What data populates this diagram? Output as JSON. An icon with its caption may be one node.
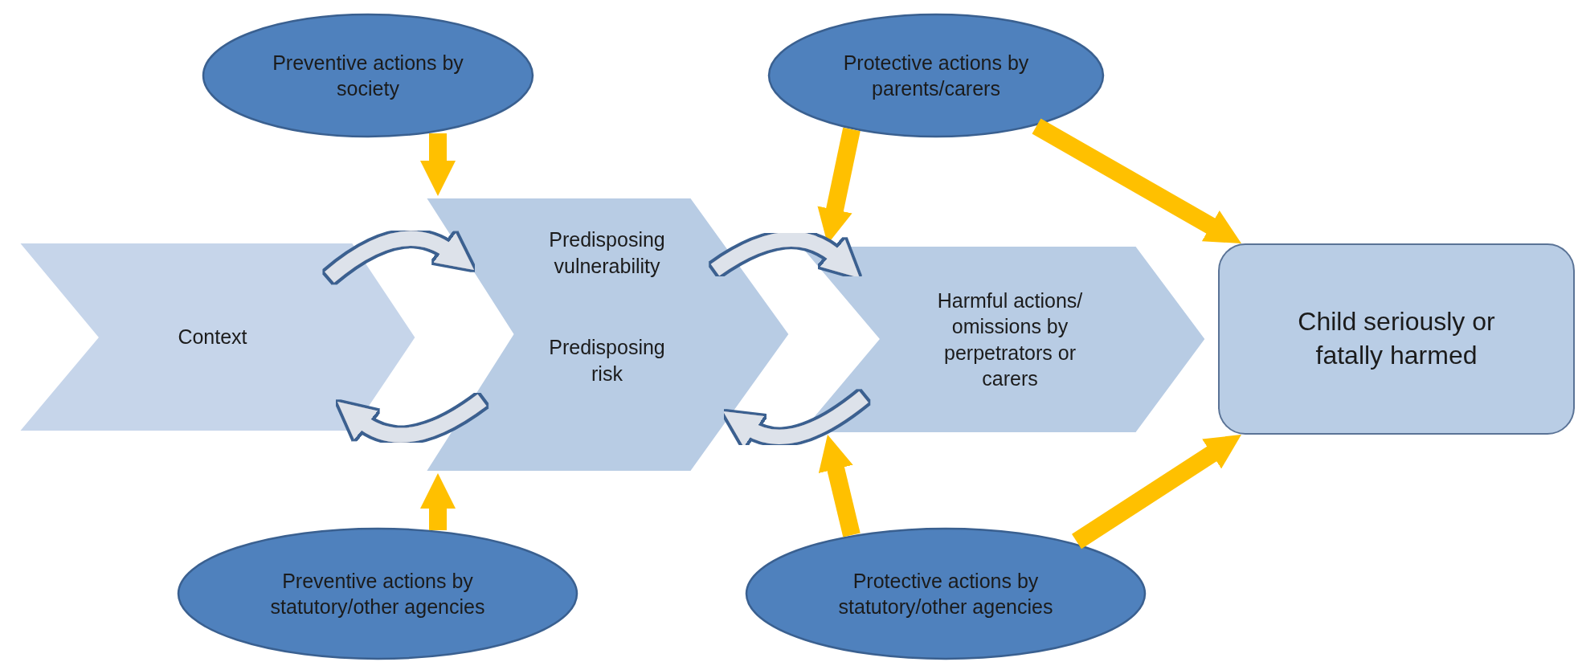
{
  "diagram": {
    "nodes": [
      {
        "text": [
          "Preventive actions by society"
        ]
      },
      {
        "text": [
          "Protective actions by parents/carers"
        ]
      },
      {
        "text": [
          "Context"
        ]
      },
      {
        "text": [
          "Predisposing vulnerability",
          "Predisposing risk"
        ]
      },
      {
        "text": [
          "Harmful actions/ omissions by perpetrators or carers"
        ]
      },
      {
        "text": [
          "Child seriously or fatally harmed"
        ]
      },
      {
        "text": [
          "Preventive actions by statutory/other agencies"
        ]
      },
      {
        "text": [
          "Protective actions by statutory/other agencies"
        ]
      }
    ],
    "edges": [
      {
        "from": 0,
        "to": 3,
        "arrow": "to"
      },
      {
        "from": 1,
        "to": 4,
        "arrow": "to"
      },
      {
        "from": 1,
        "to": 5,
        "arrow": "to"
      },
      {
        "from": 6,
        "to": 3,
        "arrow": "to"
      },
      {
        "from": 7,
        "to": 4,
        "arrow": "to"
      },
      {
        "from": 7,
        "to": 5,
        "arrow": "to"
      },
      {
        "from": 2,
        "to": 3,
        "arrow": "to",
        "color": "#dde2ea"
      },
      {
        "from": 3,
        "to": 2,
        "arrow": "to",
        "color": "#dde2ea"
      },
      {
        "from": 3,
        "to": 4,
        "arrow": "to",
        "color": "#dde2ea"
      },
      {
        "from": 4,
        "to": 3,
        "arrow": "to",
        "color": "#dde2ea"
      }
    ]
  }
}
